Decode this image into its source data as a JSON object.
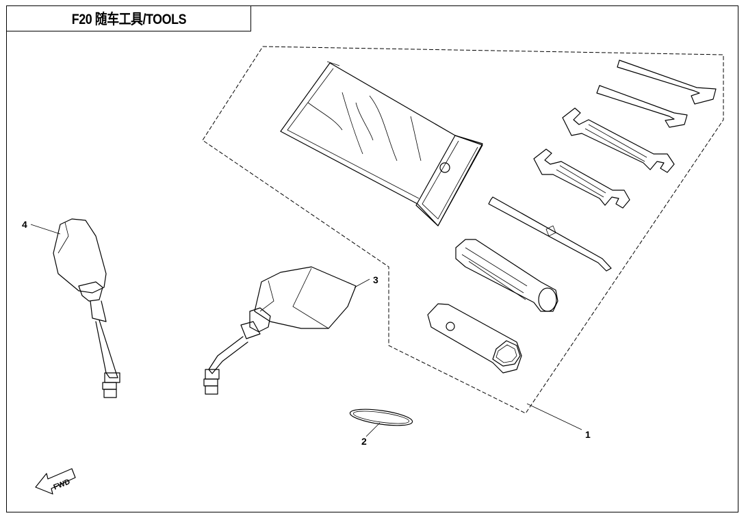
{
  "diagram": {
    "title": "F20 随车工具/TOOLS",
    "callouts": [
      {
        "id": "callout-1",
        "label": "1"
      },
      {
        "id": "callout-2",
        "label": "2"
      },
      {
        "id": "callout-3",
        "label": "3"
      },
      {
        "id": "callout-4",
        "label": "4"
      }
    ],
    "fwd_label": "FWD"
  }
}
